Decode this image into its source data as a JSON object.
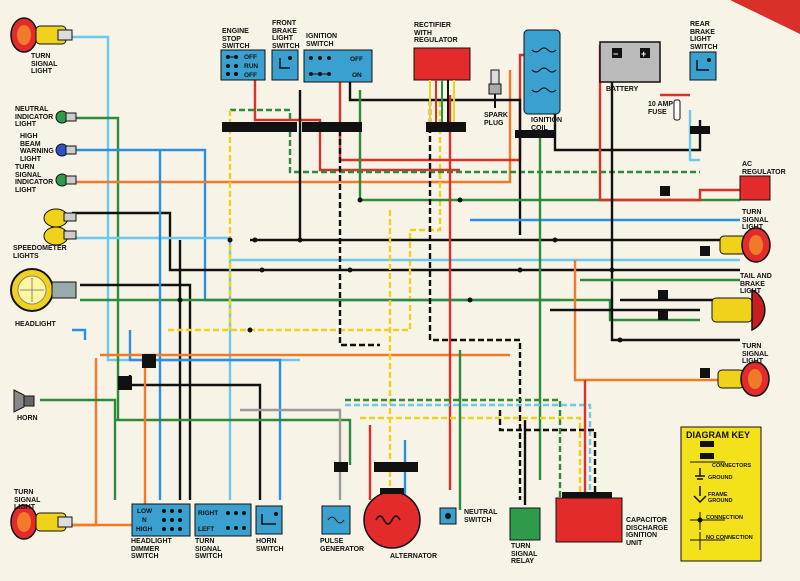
{
  "labels": {
    "turn_signal_tl": "TURN\nSIGNAL\nLIGHT",
    "neutral_indicator": "NEUTRAL\nINDICATOR\nLIGHT",
    "high_beam": "HIGH\nBEAM\nWARNING\nLIGHT",
    "turn_signal_indicator": "TURN\nSIGNAL\nINDICATOR\nLIGHT",
    "speedometer": "SPEEDOMETER\nLIGHTS",
    "headlight": "HEADLIGHT",
    "horn": "HORN",
    "turn_signal_bl": "TURN\nSIGNAL\nLIGHT",
    "engine_stop": "ENGINE\nSTOP\nSWITCH",
    "front_brake": "FRONT\nBRAKE\nLIGHT\nSWITCH",
    "ignition_switch": "IGNITION\nSWITCH",
    "rectifier": "RECTIFIER\nWITH\nREGULATOR",
    "spark_plug": "SPARK\nPLUG",
    "ignition_coil": "IGNITION\nCOIL",
    "battery": "BATTERY",
    "fuse": "10 AMP\nFUSE",
    "rear_brake": "REAR\nBRAKE\nLIGHT\nSWITCH",
    "ac_regulator": "AC\nREGULATOR",
    "turn_signal_r1": "TURN\nSIGNAL\nLIGHT",
    "tail_brake": "TAIL AND\nBRAKE\nLIGHT",
    "turn_signal_r2": "TURN\nSIGNAL\nLIGHT",
    "headlight_dimmer": "HEADLIGHT\nDIMMER\nSWITCH",
    "turn_signal_switch": "TURN\nSIGNAL\nSWITCH",
    "horn_switch": "HORN\nSWITCH",
    "pulse_generator": "PULSE\nGENERATOR",
    "alternator": "ALTERNATOR",
    "neutral_switch": "NEUTRAL\nSWITCH",
    "turn_signal_relay": "TURN\nSIGNAL\nRELAY",
    "cdi": "CAPACITOR\nDISCHARGE\nIGNITION\nUNIT"
  },
  "switch_text": {
    "off": "OFF",
    "run": "RUN",
    "on": "ON",
    "low": "LOW",
    "n": "N",
    "high": "HIGH",
    "right": "RIGHT",
    "left": "LEFT"
  },
  "key": {
    "title": "DIAGRAM KEY",
    "connectors": "CONNECTORS",
    "ground": "GROUND",
    "frame_ground": "FRAME\nGROUND",
    "connection": "CONNECTION",
    "no_connection": "NO CONNECTION"
  },
  "colors": {
    "switch_blue": "#3aa0d0",
    "component_red": "#e32b2b",
    "relay_green": "#2f9a4a",
    "key_yellow": "#f3e21a",
    "wire_black": "#111111",
    "wire_green": "#2f8a3e",
    "wire_blue": "#2b8fe0",
    "wire_lightblue": "#6cc8ec",
    "wire_orange": "#f07a2a",
    "wire_red": "#d9302a",
    "wire_yellow": "#f1d21a",
    "wire_brown": "#7a4a2a",
    "wire_gray": "#9a9a9a"
  }
}
